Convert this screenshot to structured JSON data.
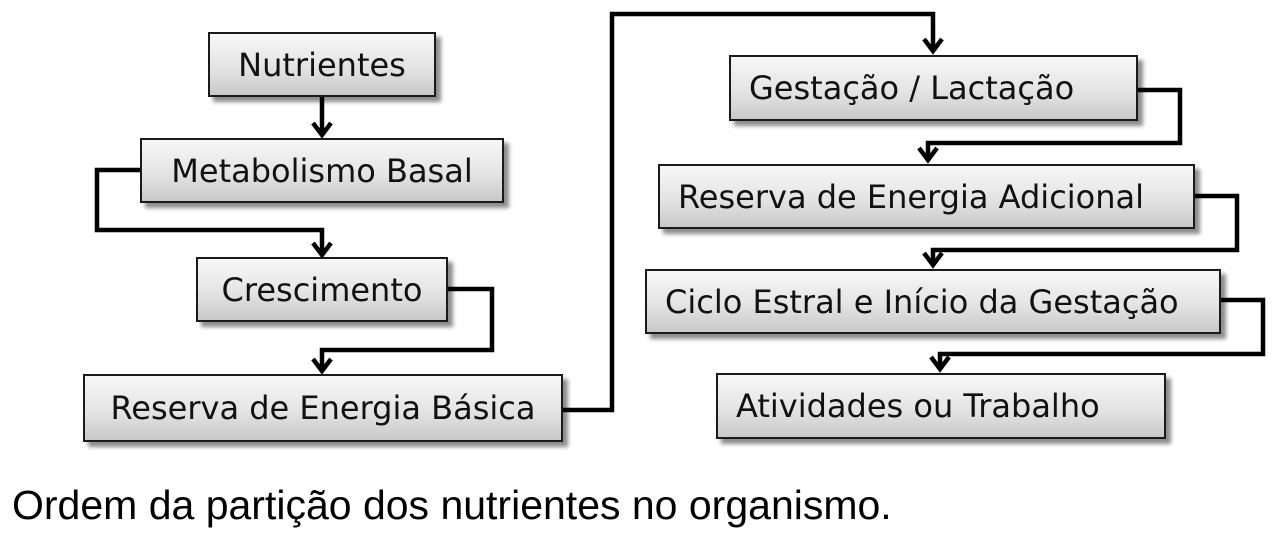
{
  "nodes": {
    "nutrientes": "Nutrientes",
    "metabolismo_basal": "Metabolismo Basal",
    "crescimento": "Crescimento",
    "reserva_energia_basica": "Reserva de Energia Básica",
    "gestacao_lactacao": "Gestação / Lactação",
    "reserva_energia_adicional": "Reserva de Energia Adicional",
    "ciclo_estral": "Ciclo Estral e Início da Gestação",
    "atividades_trabalho": "Atividades ou Trabalho"
  },
  "caption": "Ordem da partição dos nutrientes no organismo."
}
